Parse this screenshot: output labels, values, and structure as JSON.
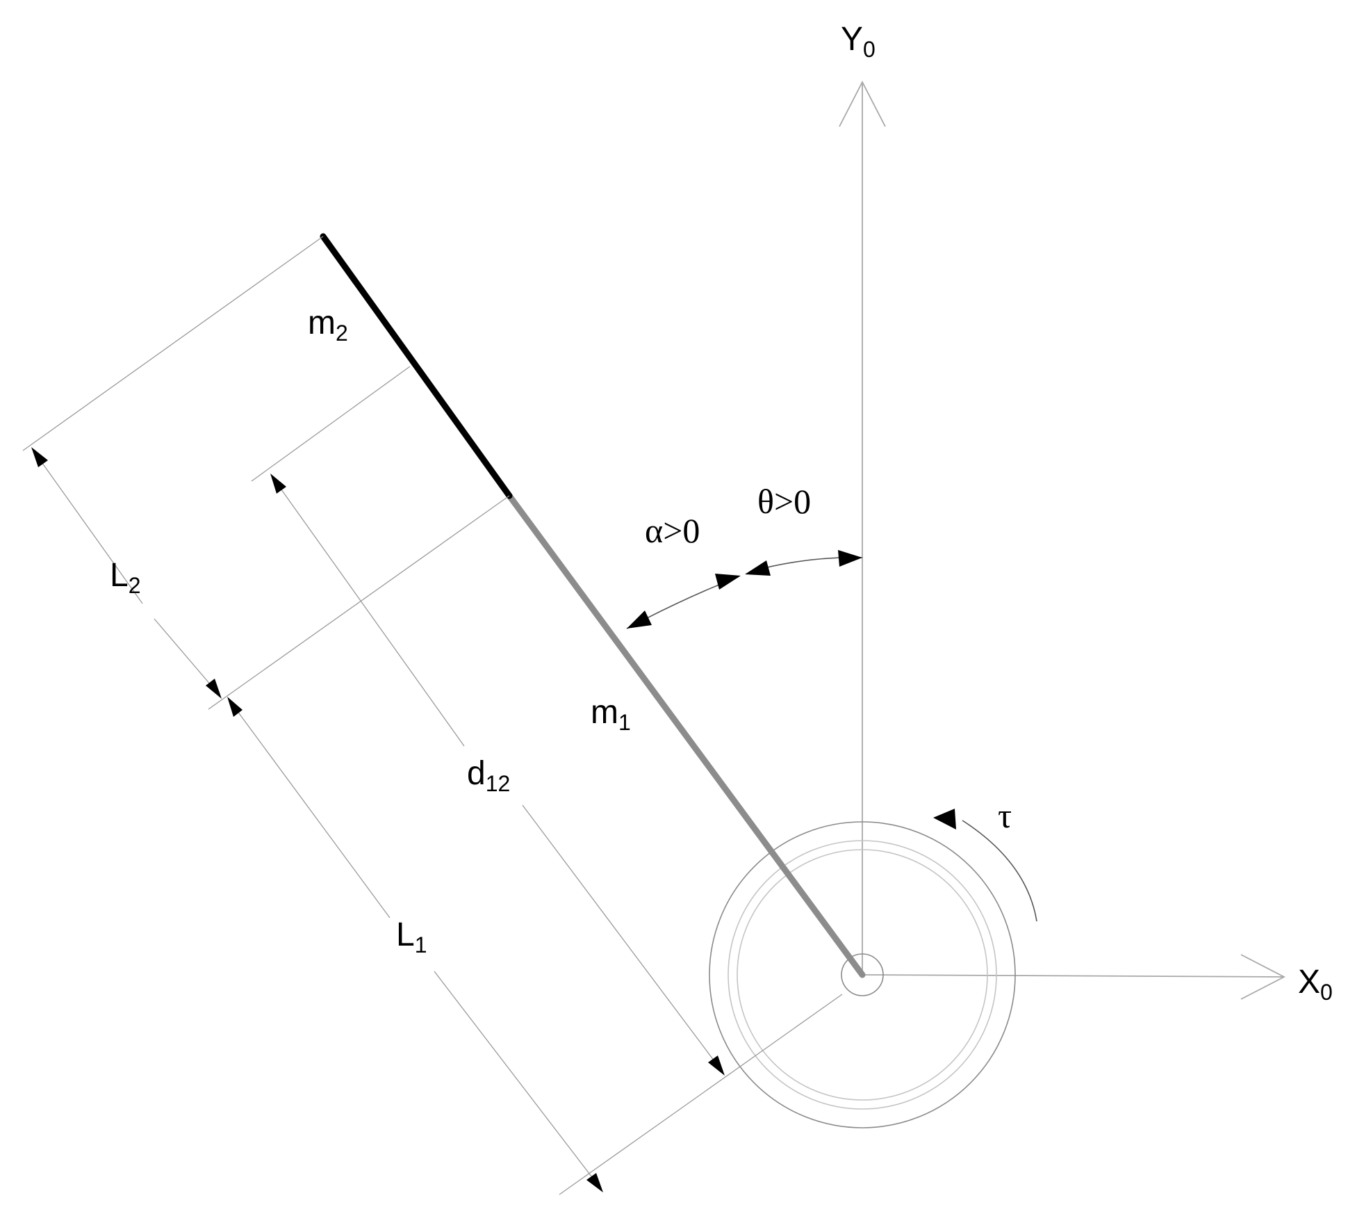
{
  "labels": {
    "y_axis": {
      "main": "Y",
      "sub": "0"
    },
    "x_axis": {
      "main": "X",
      "sub": "0"
    },
    "mass_2": {
      "main": "m",
      "sub": "2"
    },
    "mass_1": {
      "main": "m",
      "sub": "1"
    },
    "length_2": {
      "main": "L",
      "sub": "2"
    },
    "length_1": {
      "main": "L",
      "sub": "1"
    },
    "distance_12": {
      "main": "d",
      "sub": "12"
    },
    "angle_alpha": "α>0",
    "angle_theta": "θ>0",
    "torque": "τ"
  },
  "colors": {
    "link_upper": "#000000",
    "link_lower": "#8c8c8c",
    "construction_lines": "#9a9a9a",
    "axes": "#a8a8a8"
  }
}
